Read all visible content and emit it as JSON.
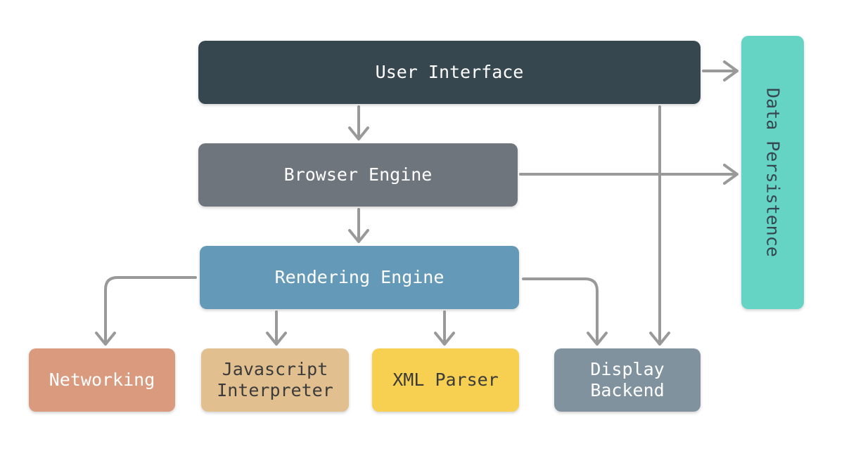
{
  "diagram": {
    "nodes": {
      "user_interface": "User Interface",
      "browser_engine": "Browser Engine",
      "rendering_engine": "Rendering Engine",
      "networking": "Networking",
      "javascript_interpreter": "Javascript\nInterpreter",
      "xml_parser": "XML Parser",
      "display_backend": "Display\nBackend",
      "data_persistence": "Data Persistence"
    },
    "edges": [
      {
        "from": "User Interface",
        "to": "Browser Engine"
      },
      {
        "from": "User Interface",
        "to": "Data Persistence"
      },
      {
        "from": "User Interface",
        "to": "Display Backend"
      },
      {
        "from": "Browser Engine",
        "to": "Rendering Engine"
      },
      {
        "from": "Browser Engine",
        "to": "Data Persistence"
      },
      {
        "from": "Rendering Engine",
        "to": "Networking"
      },
      {
        "from": "Rendering Engine",
        "to": "Javascript Interpreter"
      },
      {
        "from": "Rendering Engine",
        "to": "XML Parser"
      },
      {
        "from": "Rendering Engine",
        "to": "Display Backend"
      }
    ],
    "colors": {
      "user_interface": "#37474f",
      "browser_engine": "#6e757c",
      "rendering_engine": "#6499b8",
      "networking": "#d99a7e",
      "javascript_interpreter": "#e2bf8e",
      "xml_parser": "#f7cf51",
      "display_backend": "#7f929e",
      "data_persistence": "#65d4c4",
      "arrow": "#999999"
    }
  }
}
